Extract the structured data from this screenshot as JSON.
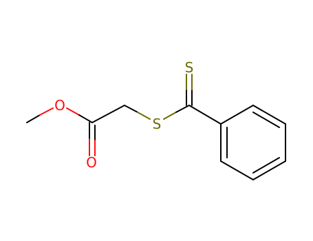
{
  "molecule": {
    "atoms": {
      "ester_oxygen": {
        "symbol": "O",
        "element": "oxygen"
      },
      "carbonyl_oxygen": {
        "symbol": "O",
        "element": "oxygen"
      },
      "thioether_sulfur": {
        "symbol": "S",
        "element": "sulfur"
      },
      "thione_sulfur": {
        "symbol": "S",
        "element": "sulfur"
      }
    }
  },
  "colors": {
    "bond": "#000000",
    "oxygen": "#ff0d0d",
    "sulfur": "#6b6b00"
  }
}
